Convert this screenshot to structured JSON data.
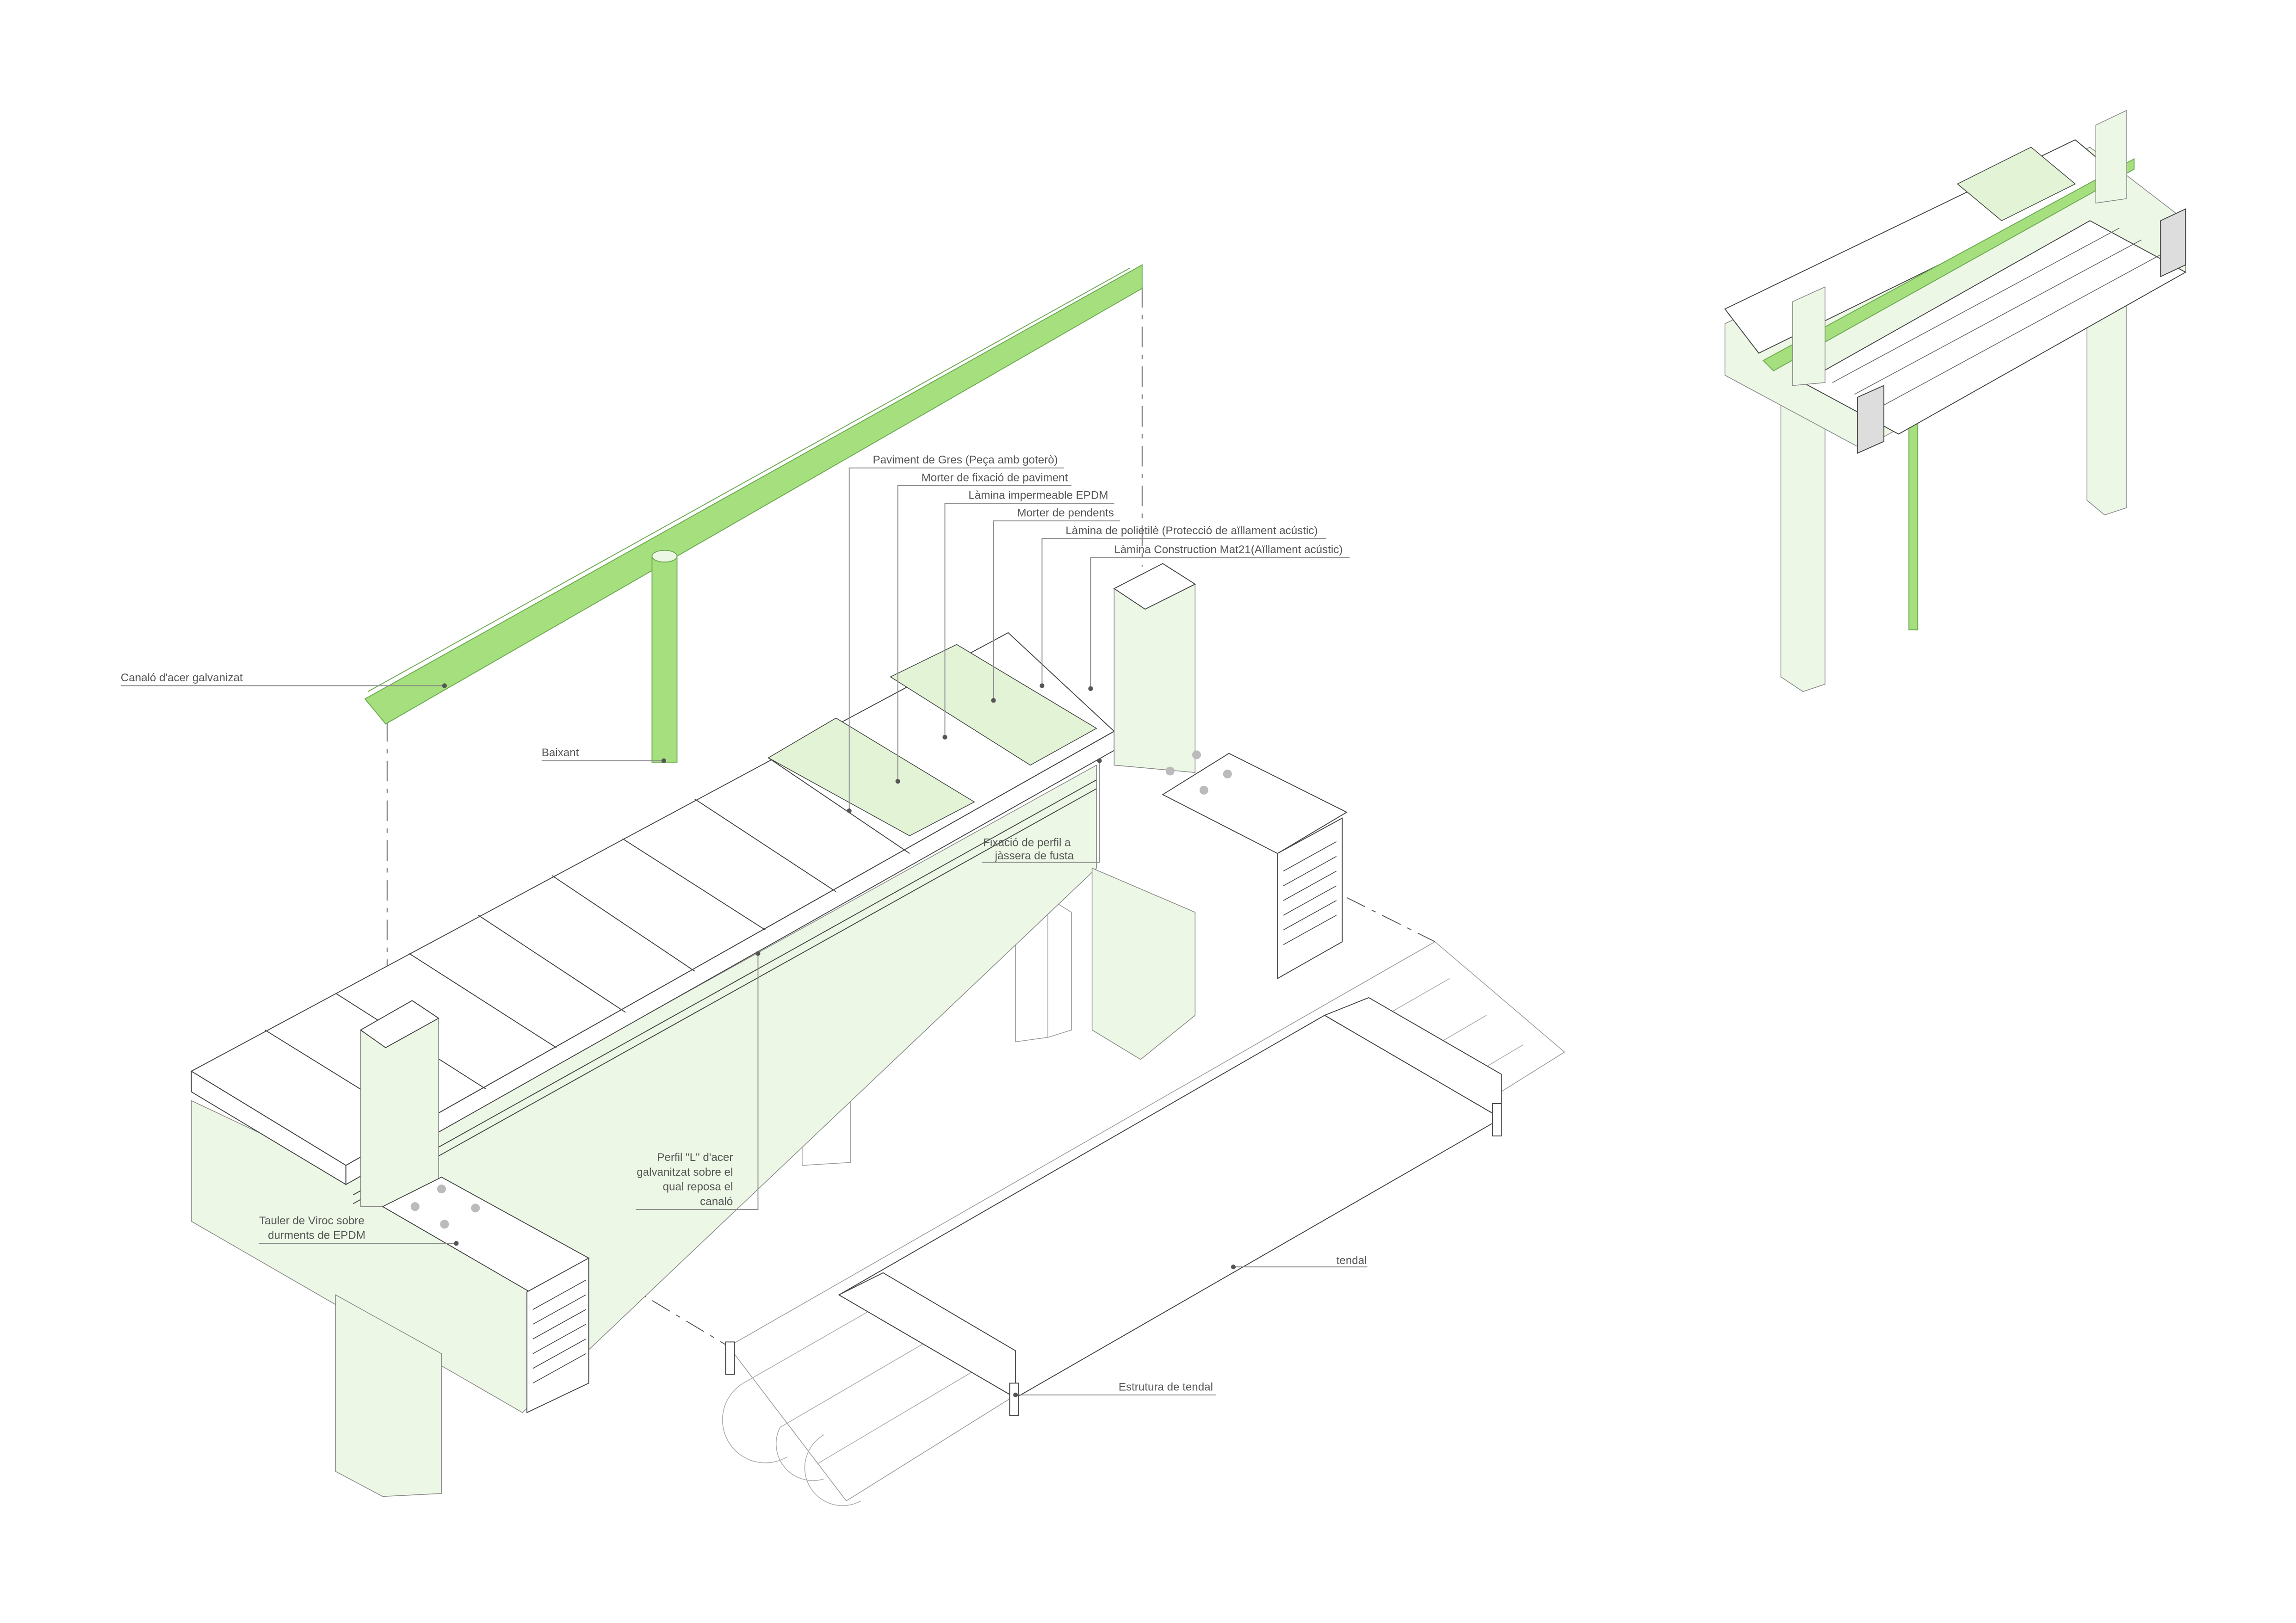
{
  "labels": {
    "gutter": "Canaló d'acer galvanizat",
    "downpipe": "Baixant",
    "tile": "Paviment de Gres (Peça amb goterò)",
    "tile_mortar": "Morter de fixació de paviment",
    "epdm": "Làmina impermeable EPDM",
    "slope_mortar": "Morter de pendents",
    "polyethylene": "Làmina de polietilè (Protecció de aïllament acústic)",
    "acoustic": "Làmina Construction Mat21(Aïllament acústic)",
    "fixing_1": "Fixació de perfil  a",
    "fixing_2": "jàssera de fusta",
    "profile_1": "Perfil \"L\" d'acer",
    "profile_2": "galvanitzat sobre el",
    "profile_3": "qual reposa el",
    "profile_4": "canaló",
    "viroc_1": "Tauler de Viroc sobre",
    "viroc_2": "durments de EPDM",
    "awning": "tendal",
    "awning_structure": "Estrutura de tendal"
  },
  "colors": {
    "accent_green": "#a6e07e",
    "light_green": "#edf7e6"
  }
}
